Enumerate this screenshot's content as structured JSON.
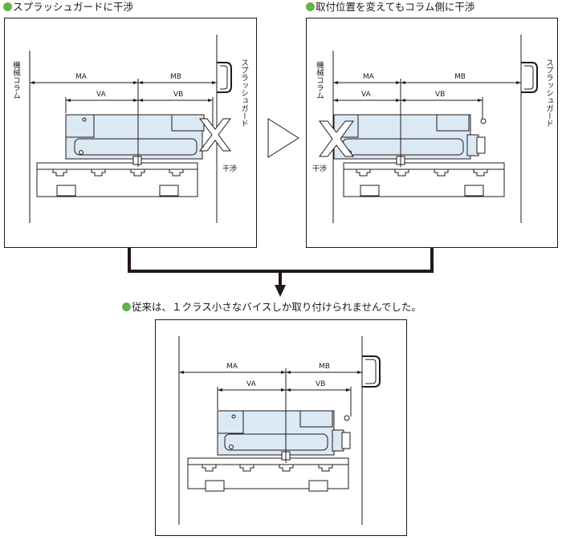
{
  "captions": {
    "top_left": "スプラッシュガードに干渉",
    "top_right": "取付位置を変えてもコラム側に干渉",
    "bottom": "従来は、１クラス小さなバイスしか取り付けられませんでした。"
  },
  "labels": {
    "ma": "MA",
    "mb": "MB",
    "va": "VA",
    "vb": "VB",
    "column": "機械コラム",
    "splash_guard": "スプラッシュガード",
    "interference": "干渉"
  },
  "colors": {
    "vise_fill": "#dbe9f5",
    "line": "#231815",
    "cross_fill": "#ffffff",
    "bullet": "#6ab04c"
  }
}
